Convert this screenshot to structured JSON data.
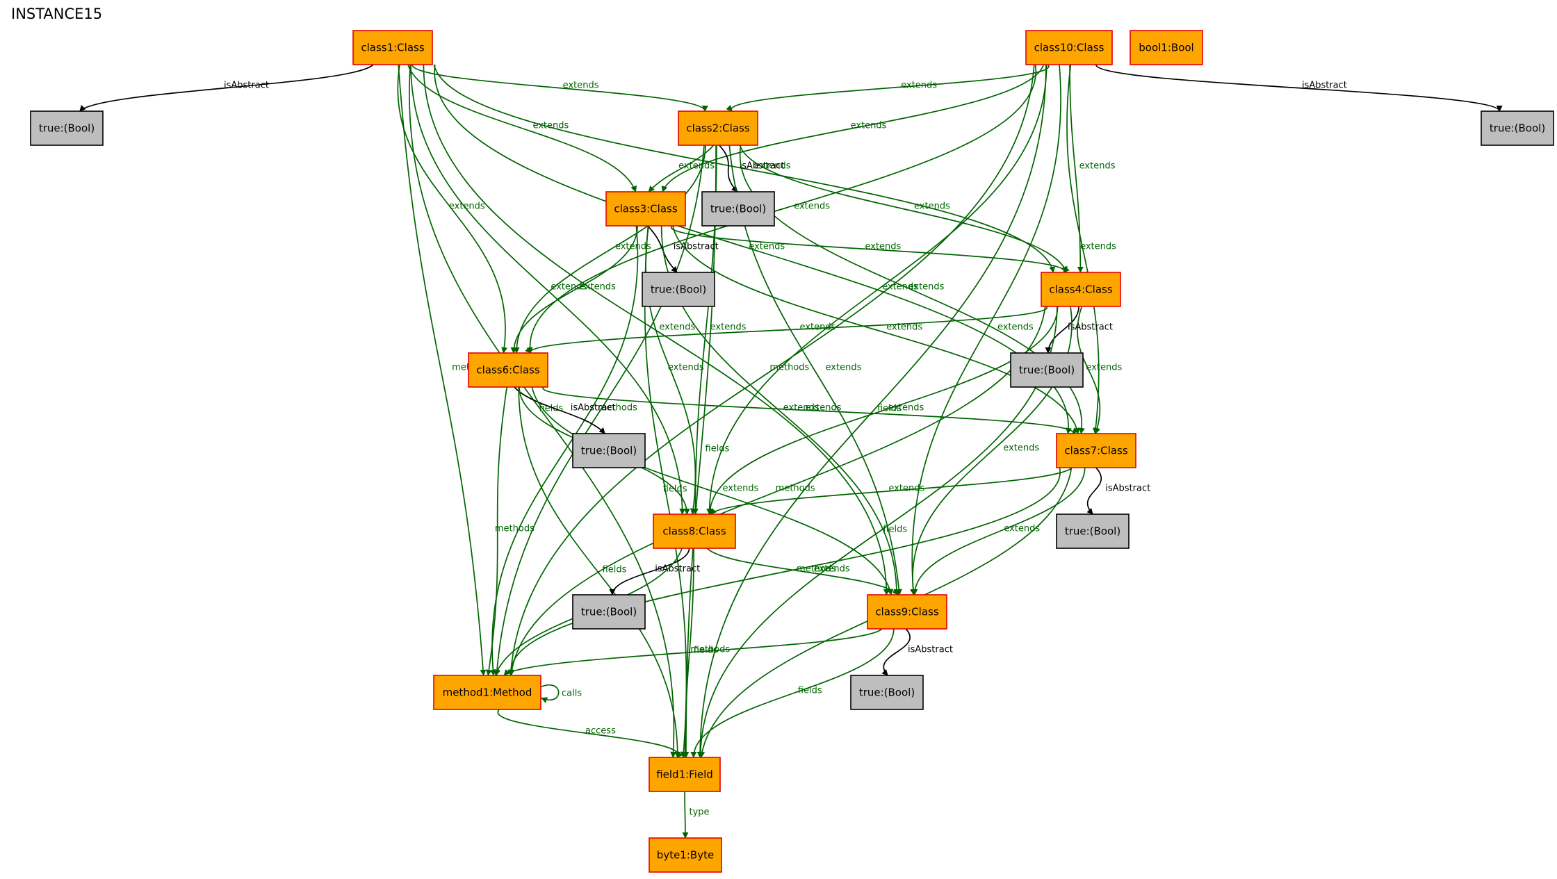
{
  "title": "INSTANCE15",
  "colors": {
    "class_fill": "#FFA500",
    "class_border": "#E60000",
    "bool_fill": "#BEBEBE",
    "bool_border": "#000000",
    "green_edge": "#006400",
    "black_edge": "#000000"
  },
  "nodes": [
    {
      "id": "class1",
      "label": "class1:Class",
      "kind": "class"
    },
    {
      "id": "class10",
      "label": "class10:Class",
      "kind": "class"
    },
    {
      "id": "bool1",
      "label": "bool1:Bool",
      "kind": "class"
    },
    {
      "id": "t1",
      "label": "true:(Bool)",
      "kind": "bool"
    },
    {
      "id": "t10",
      "label": "true:(Bool)",
      "kind": "bool"
    },
    {
      "id": "class2",
      "label": "class2:Class",
      "kind": "class"
    },
    {
      "id": "t2",
      "label": "true:(Bool)",
      "kind": "bool"
    },
    {
      "id": "class3",
      "label": "class3:Class",
      "kind": "class"
    },
    {
      "id": "t3",
      "label": "true:(Bool)",
      "kind": "bool"
    },
    {
      "id": "class4",
      "label": "class4:Class",
      "kind": "class"
    },
    {
      "id": "t4",
      "label": "true:(Bool)",
      "kind": "bool"
    },
    {
      "id": "class6",
      "label": "class6:Class",
      "kind": "class"
    },
    {
      "id": "t6",
      "label": "true:(Bool)",
      "kind": "bool"
    },
    {
      "id": "class7",
      "label": "class7:Class",
      "kind": "class"
    },
    {
      "id": "t7",
      "label": "true:(Bool)",
      "kind": "bool"
    },
    {
      "id": "class8",
      "label": "class8:Class",
      "kind": "class"
    },
    {
      "id": "t8",
      "label": "true:(Bool)",
      "kind": "bool"
    },
    {
      "id": "class9",
      "label": "class9:Class",
      "kind": "class"
    },
    {
      "id": "t9",
      "label": "true:(Bool)",
      "kind": "bool"
    },
    {
      "id": "method1",
      "label": "method1:Method",
      "kind": "class"
    },
    {
      "id": "field1",
      "label": "field1:Field",
      "kind": "class"
    },
    {
      "id": "byte1",
      "label": "byte1:Byte",
      "kind": "class"
    }
  ],
  "edges": [
    {
      "from": "class1",
      "to": "t1",
      "label": "isAbstract",
      "color": "black"
    },
    {
      "from": "class1",
      "to": "class2",
      "label": "extends",
      "color": "green"
    },
    {
      "from": "class1",
      "to": "class3",
      "label": "extends",
      "color": "green"
    },
    {
      "from": "class1",
      "to": "class6",
      "label": "extends",
      "color": "green"
    },
    {
      "from": "class1",
      "to": "class8",
      "label": "extends",
      "color": "green"
    },
    {
      "from": "class1",
      "to": "class4",
      "label": "extends",
      "color": "green"
    },
    {
      "from": "class1",
      "to": "class7",
      "label": "extends",
      "color": "green"
    },
    {
      "from": "class1",
      "to": "class9",
      "label": "extends",
      "color": "green"
    },
    {
      "from": "class1",
      "to": "method1",
      "label": "methods",
      "color": "green"
    },
    {
      "from": "class1",
      "to": "field1",
      "label": "fields",
      "color": "green"
    },
    {
      "from": "class10",
      "to": "t10",
      "label": "isAbstract",
      "color": "black"
    },
    {
      "from": "class10",
      "to": "class2",
      "label": "extends",
      "color": "green"
    },
    {
      "from": "class10",
      "to": "class3",
      "label": "extends",
      "color": "green"
    },
    {
      "from": "class10",
      "to": "class4",
      "label": "extends",
      "color": "green"
    },
    {
      "from": "class10",
      "to": "class6",
      "label": "extends",
      "color": "green"
    },
    {
      "from": "class10",
      "to": "class7",
      "label": "extends",
      "color": "green"
    },
    {
      "from": "class10",
      "to": "class8",
      "label": "extends",
      "color": "green"
    },
    {
      "from": "class10",
      "to": "class9",
      "label": "extends",
      "color": "green"
    },
    {
      "from": "class10",
      "to": "method1",
      "label": "methods",
      "color": "green"
    },
    {
      "from": "class10",
      "to": "field1",
      "label": "fields",
      "color": "green"
    },
    {
      "from": "class2",
      "to": "t2",
      "label": "isAbstract",
      "color": "black"
    },
    {
      "from": "class2",
      "to": "class3",
      "label": "extends",
      "color": "green"
    },
    {
      "from": "class2",
      "to": "class6",
      "label": "extends",
      "color": "green"
    },
    {
      "from": "class2",
      "to": "class4",
      "label": "extends",
      "color": "green"
    },
    {
      "from": "class2",
      "to": "class7",
      "label": "extends",
      "color": "green"
    },
    {
      "from": "class2",
      "to": "class8",
      "label": "extends",
      "color": "green"
    },
    {
      "from": "class2",
      "to": "class9",
      "label": "extends",
      "color": "green"
    },
    {
      "from": "class2",
      "to": "method1",
      "label": "methods",
      "color": "green"
    },
    {
      "from": "class2",
      "to": "field1",
      "label": "fields",
      "color": "green"
    },
    {
      "from": "class3",
      "to": "t3",
      "label": "isAbstract",
      "color": "black"
    },
    {
      "from": "class3",
      "to": "class4",
      "label": "extends",
      "color": "green"
    },
    {
      "from": "class3",
      "to": "class6",
      "label": "extends",
      "color": "green"
    },
    {
      "from": "class3",
      "to": "class7",
      "label": "extends",
      "color": "green"
    },
    {
      "from": "class3",
      "to": "class8",
      "label": "extends",
      "color": "green"
    },
    {
      "from": "class3",
      "to": "class9",
      "label": "extends",
      "color": "green"
    },
    {
      "from": "class3",
      "to": "method1",
      "label": "methods",
      "color": "green"
    },
    {
      "from": "class3",
      "to": "field1",
      "label": "fields",
      "color": "green"
    },
    {
      "from": "class4",
      "to": "t4",
      "label": "isAbstract",
      "color": "black"
    },
    {
      "from": "class4",
      "to": "class6",
      "label": "extends",
      "color": "green"
    },
    {
      "from": "class4",
      "to": "class7",
      "label": "extends",
      "color": "green"
    },
    {
      "from": "class4",
      "to": "class8",
      "label": "extends",
      "color": "green"
    },
    {
      "from": "class4",
      "to": "class9",
      "label": "extends",
      "color": "green"
    },
    {
      "from": "class4",
      "to": "method1",
      "label": "methods",
      "color": "green"
    },
    {
      "from": "class4",
      "to": "field1",
      "label": "fields",
      "color": "green"
    },
    {
      "from": "class6",
      "to": "t6",
      "label": "isAbstract",
      "color": "black"
    },
    {
      "from": "class6",
      "to": "class7",
      "label": "extends",
      "color": "green"
    },
    {
      "from": "class6",
      "to": "class8",
      "label": "extends",
      "color": "green"
    },
    {
      "from": "class6",
      "to": "class9",
      "label": "extends",
      "color": "green"
    },
    {
      "from": "class6",
      "to": "method1",
      "label": "methods",
      "color": "green"
    },
    {
      "from": "class6",
      "to": "field1",
      "label": "fields",
      "color": "green"
    },
    {
      "from": "class7",
      "to": "t7",
      "label": "isAbstract",
      "color": "black"
    },
    {
      "from": "class7",
      "to": "class8",
      "label": "extends",
      "color": "green"
    },
    {
      "from": "class7",
      "to": "class9",
      "label": "extends",
      "color": "green"
    },
    {
      "from": "class7",
      "to": "method1",
      "label": "methods",
      "color": "green"
    },
    {
      "from": "class7",
      "to": "field1",
      "label": "fields",
      "color": "green"
    },
    {
      "from": "class8",
      "to": "t8",
      "label": "isAbstract",
      "color": "black"
    },
    {
      "from": "class8",
      "to": "class9",
      "label": "extends",
      "color": "green"
    },
    {
      "from": "class8",
      "to": "method1",
      "label": "methods",
      "color": "green"
    },
    {
      "from": "class8",
      "to": "field1",
      "label": "fields",
      "color": "green"
    },
    {
      "from": "class9",
      "to": "t9",
      "label": "isAbstract",
      "color": "black"
    },
    {
      "from": "class9",
      "to": "method1",
      "label": "methods",
      "color": "green"
    },
    {
      "from": "class9",
      "to": "field1",
      "label": "fields",
      "color": "green"
    },
    {
      "from": "method1",
      "to": "method1",
      "label": "calls",
      "color": "green"
    },
    {
      "from": "method1",
      "to": "field1",
      "label": "access",
      "color": "green"
    },
    {
      "from": "field1",
      "to": "byte1",
      "label": "type",
      "color": "green"
    }
  ]
}
